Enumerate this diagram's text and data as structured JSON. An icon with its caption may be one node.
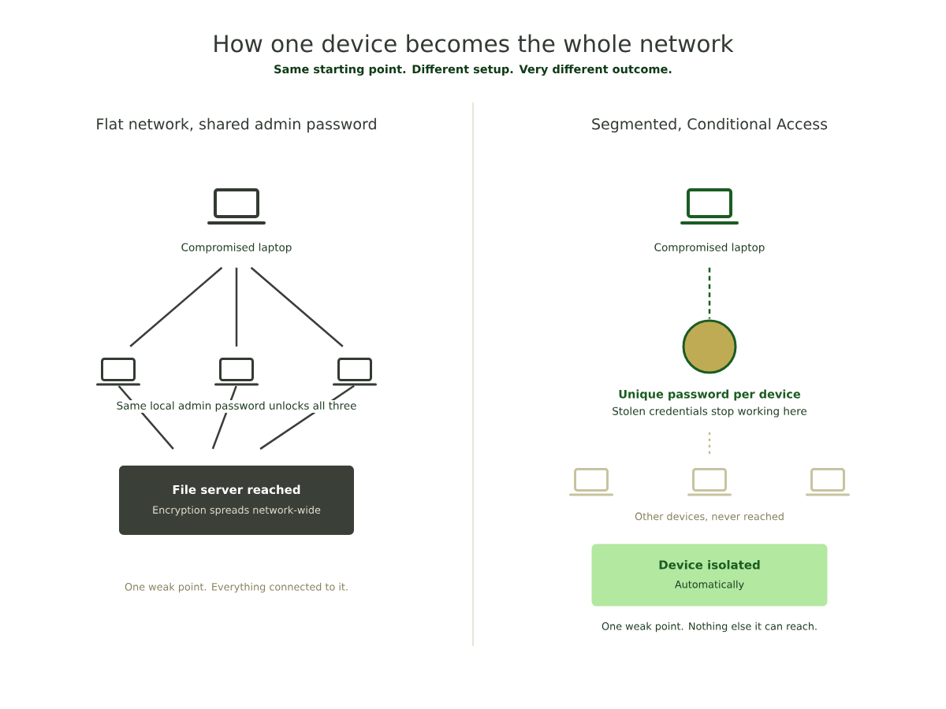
{
  "diagram": {
    "title": "How one device becomes the whole network",
    "nodes": [
      {
        "text": [
          "Compromised laptop"
        ]
      },
      {
        "text": [],
        "shape": "laptop"
      },
      {
        "text": [],
        "shape": "laptop"
      },
      {
        "text": [],
        "shape": "laptop"
      },
      {
        "text": [
          "File server reached",
          "Encryption spreads network-wide"
        ]
      },
      {
        "text": [
          "Compromised laptop"
        ]
      },
      {
        "text": [],
        "shape": "circle"
      },
      {
        "text": [
          "Unique password per device",
          "Stolen credentials stop working here"
        ]
      },
      {
        "text": [],
        "shape": "laptop"
      },
      {
        "text": [],
        "shape": "laptop"
      },
      {
        "text": [],
        "shape": "laptop"
      },
      {
        "text": [
          "Device isolated",
          "Automatically"
        ]
      }
    ],
    "edges": [
      {
        "from": 0,
        "to": 1,
        "arrow": "none"
      },
      {
        "from": 0,
        "to": 2,
        "arrow": "none"
      },
      {
        "from": 0,
        "to": 3,
        "arrow": "none"
      },
      {
        "from": 1,
        "to": 4,
        "arrow": "none"
      },
      {
        "from": 2,
        "to": 4,
        "arrow": "none"
      },
      {
        "from": 3,
        "to": 4,
        "arrow": "none"
      },
      {
        "from": 5,
        "to": 6,
        "arrow": "none",
        "style": "dashed",
        "color": "#1a5c22"
      },
      {
        "from": 7,
        "to": 9,
        "arrow": "none",
        "style": "dashed",
        "color": "#c2bc96"
      }
    ],
    "labels": [
      "Same starting point. Different setup. Very different outcome.",
      "Flat network, shared admin password",
      "Same local admin password unlocks all three",
      "One weak point. Everything connected to it.",
      "Segmented, Conditional Access",
      "Other devices, never reached",
      "One weak point. Nothing else it can reach."
    ]
  }
}
